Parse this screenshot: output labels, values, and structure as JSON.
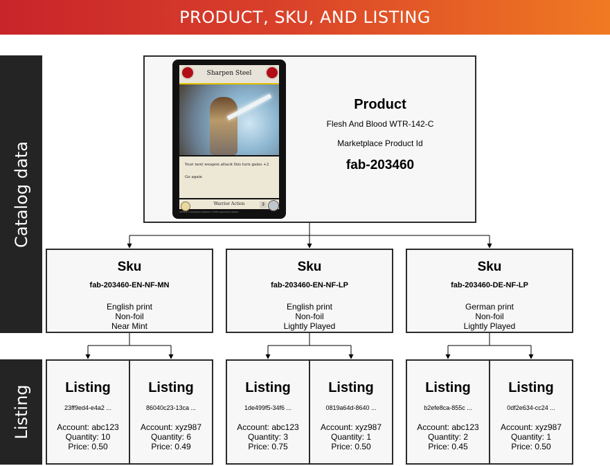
{
  "banner": {
    "title": "PRODUCT, SKU, AND LISTING"
  },
  "side_labels": {
    "catalog": "Catalog data",
    "listing": "Listing"
  },
  "product": {
    "title": "Product",
    "line1": "Flesh And Blood WTR-142-C",
    "line2": "Marketplace Product Id",
    "id": "fab-203460",
    "card": {
      "name": "Sharpen Steel",
      "text1": "Your next weapon attack this turn gains +2",
      "text2": "Go again",
      "type": "Warrior Action",
      "defense": "3",
      "footer": "WTR142-C   Fantasy/by Goldstone   © 2019 Legend Story Studios"
    }
  },
  "skus": [
    {
      "title": "Sku",
      "code": "fab-203460-EN-NF-MN",
      "lines": [
        "English print",
        "Non-foil",
        "Near Mint"
      ]
    },
    {
      "title": "Sku",
      "code": "fab-203460-EN-NF-LP",
      "lines": [
        "English print",
        "Non-foil",
        "Lightly Played"
      ]
    },
    {
      "title": "Sku",
      "code": "fab-203460-DE-NF-LP",
      "lines": [
        "German print",
        "Non-foil",
        "Lightly Played"
      ]
    }
  ],
  "listings": [
    {
      "title": "Listing",
      "id": "23ff9ed4-e4a2 ...",
      "account": "Account: abc123",
      "quantity": "Quantity: 10",
      "price": "Price: 0.50"
    },
    {
      "title": "Listing",
      "id": "86040c23-13ca ...",
      "account": "Account: xyz987",
      "quantity": "Quantity: 6",
      "price": "Price: 0.49"
    },
    {
      "title": "Listing",
      "id": "1de499f5-34f6 ...",
      "account": "Account: abc123",
      "quantity": "Quantity: 3",
      "price": "Price: 0.75"
    },
    {
      "title": "Listing",
      "id": "0819a64d-8640 ...",
      "account": "Account: xyz987",
      "quantity": "Quantity: 1",
      "price": "Price: 0.50"
    },
    {
      "title": "Listing",
      "id": "b2efe8ca-855c ...",
      "account": "Account: abc123",
      "quantity": "Quantity: 2",
      "price": "Price: 0.45"
    },
    {
      "title": "Listing",
      "id": "0df2e634-cc24 ...",
      "account": "Account: xyz987",
      "quantity": "Quantity: 1",
      "price": "Price: 0.50"
    }
  ],
  "colors": {
    "banner_start": "#c8242a",
    "banner_end": "#f07a22",
    "side_bar": "#242424",
    "box_fill": "#f7f7f7"
  }
}
